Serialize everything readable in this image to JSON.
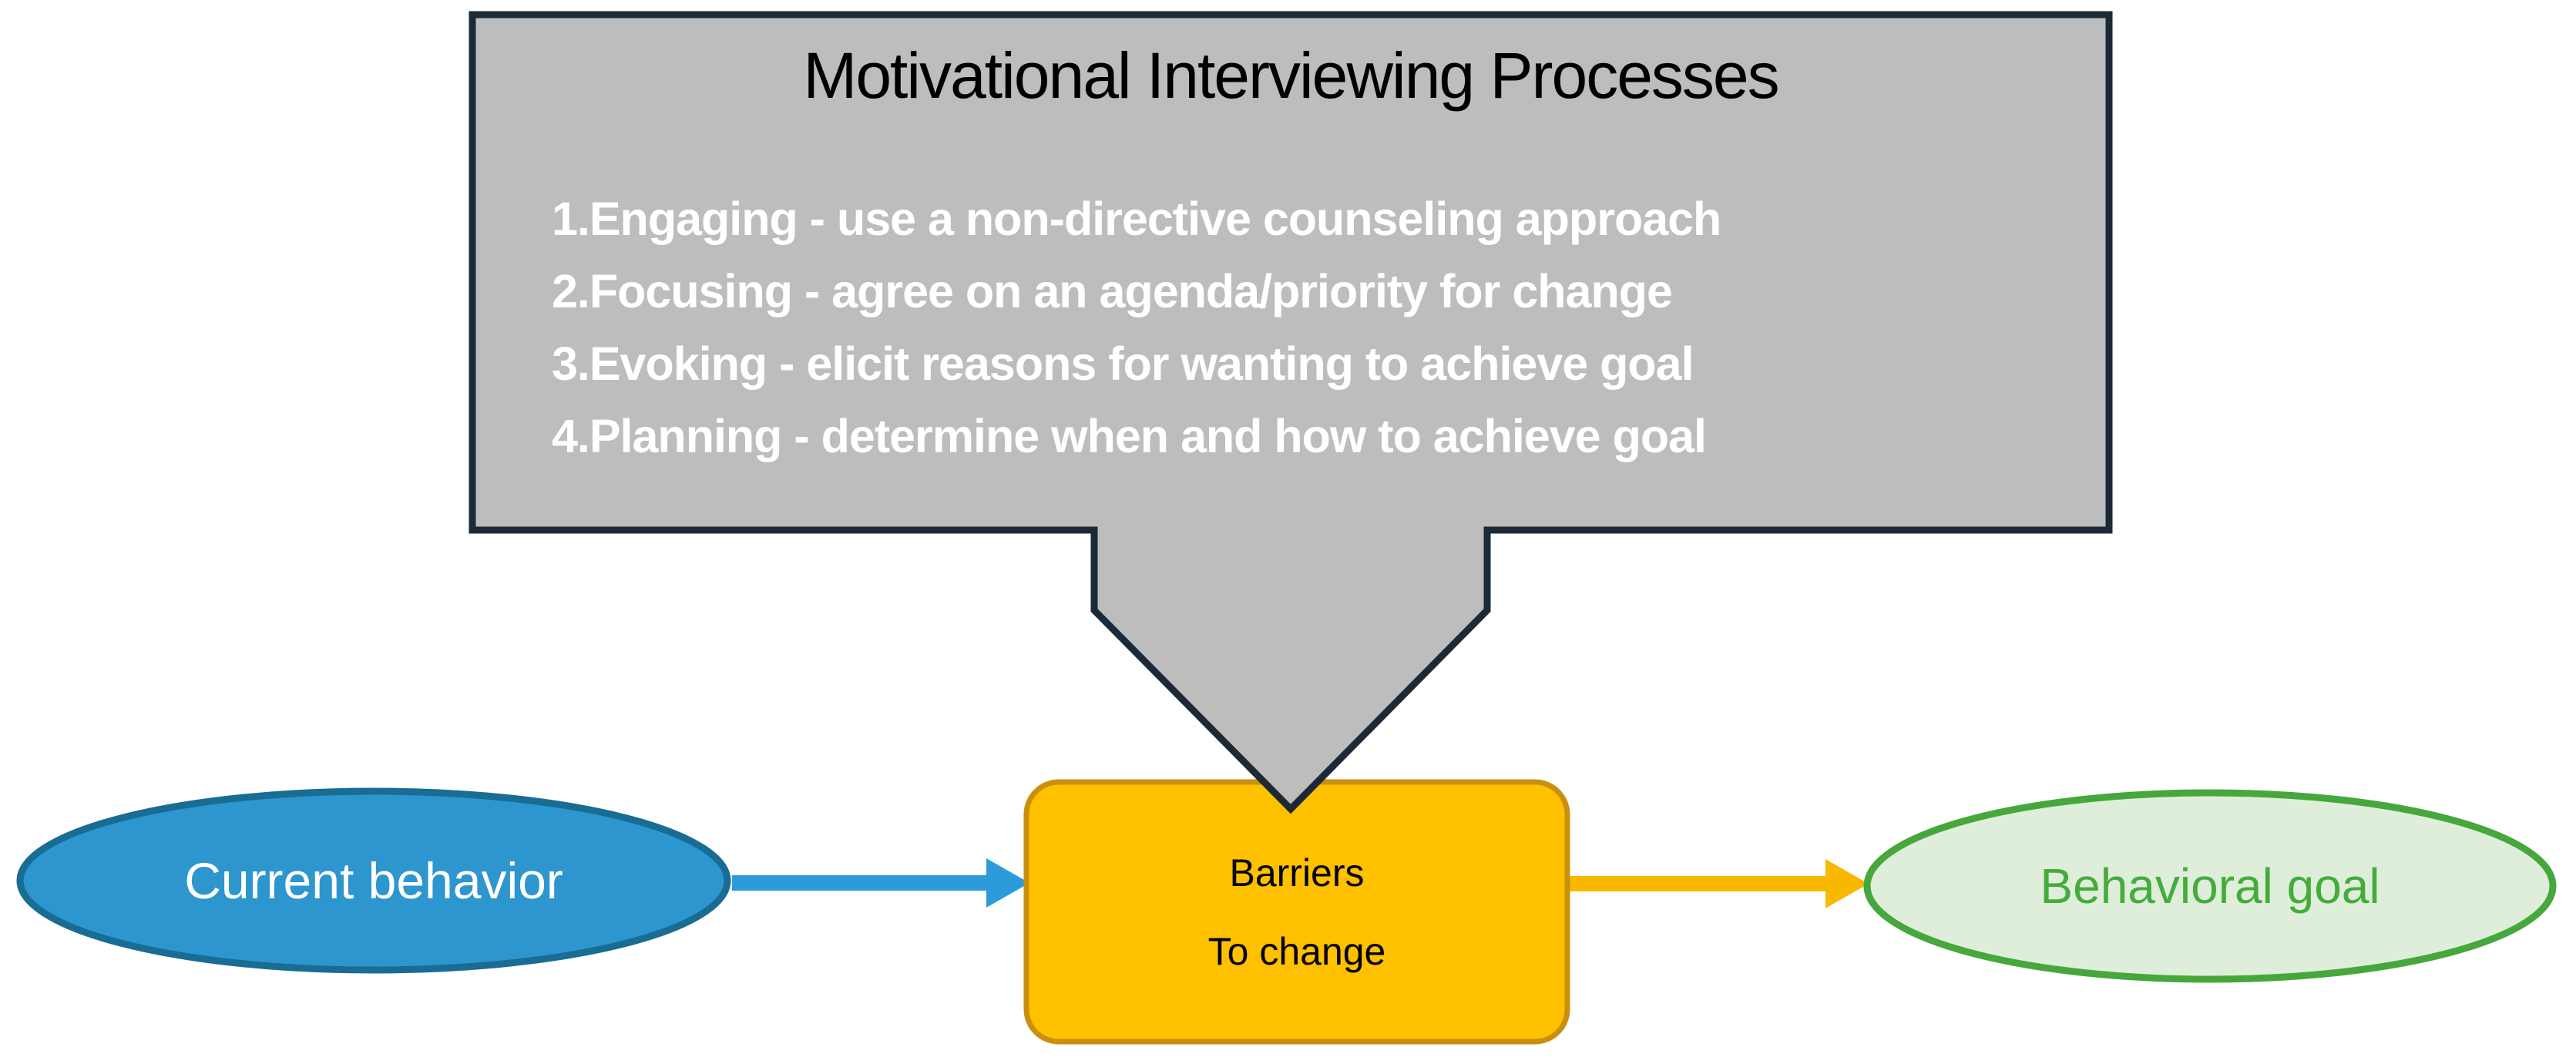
{
  "diagram": {
    "callout": {
      "title": "Motivational Interviewing Processes",
      "items": [
        "1.Engaging - use a non-directive counseling approach",
        "2.Focusing - agree on an agenda/priority for change",
        "3.Evoking - elicit reasons for wanting to achieve goal",
        "4.Planning - determine when and how to achieve goal"
      ]
    },
    "nodes": {
      "current_behavior": {
        "label": "Current behavior"
      },
      "barriers": {
        "label_line1": "Barriers",
        "label_line2": "To change"
      },
      "behavioral_goal": {
        "label": "Behavioral goal"
      }
    },
    "colors": {
      "background": "#FFFFFF",
      "callout_fill": "#BDBDBD",
      "callout_border": "#1B2A36",
      "title_text": "#000000",
      "list_text": "#FFFFFF",
      "barriers_fill": "#FFC000",
      "barriers_border": "#C8900C",
      "barriers_text": "#000000",
      "current_fill": "#2E96CE",
      "current_border": "#196C93",
      "current_text": "#FFFFFF",
      "goal_fill": "#DFEEDA",
      "goal_border": "#46A73C",
      "goal_text": "#45AC3C",
      "blue_arrow": "#2B9CD9",
      "yellow_arrow": "#F9B800"
    }
  }
}
